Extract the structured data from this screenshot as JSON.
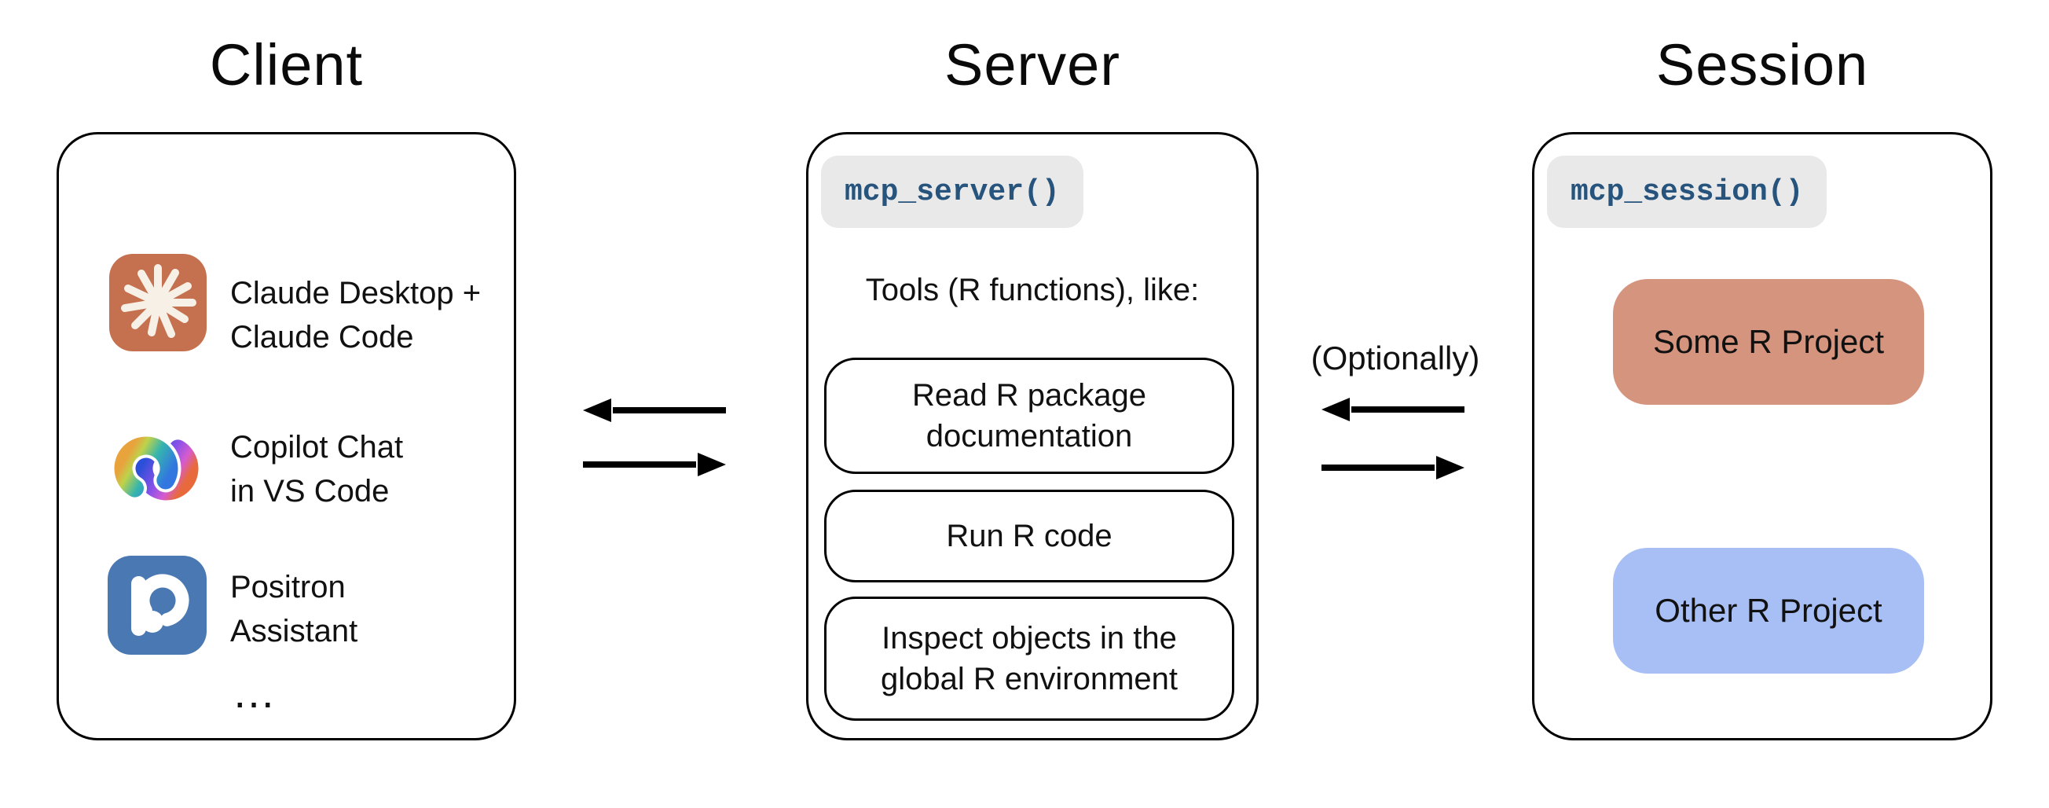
{
  "diagram": {
    "columns": {
      "client": {
        "title": "Client",
        "items": [
          {
            "icon": "claude-logo",
            "line1": "Claude Desktop +",
            "line2": "Claude Code"
          },
          {
            "icon": "copilot-logo",
            "line1": "Copilot Chat",
            "line2": "in VS Code"
          },
          {
            "icon": "positron-logo",
            "line1": "Positron",
            "line2": "Assistant"
          }
        ],
        "more_indicator": "…"
      },
      "server": {
        "title": "Server",
        "code_chip": "mcp_server()",
        "tools_heading": "Tools (R functions), like:",
        "tools": [
          {
            "lines": [
              "Read R package",
              "documentation"
            ]
          },
          {
            "lines": [
              "Run R code"
            ]
          },
          {
            "lines": [
              "Inspect objects in the",
              "global R environment"
            ]
          }
        ]
      },
      "session": {
        "title": "Session",
        "code_chip": "mcp_session()",
        "projects": [
          {
            "label": "Some R Project",
            "color": "#D5947E"
          },
          {
            "label": "Other R Project",
            "color": "#A8BFF5"
          }
        ]
      }
    },
    "connections": {
      "server_session_label": "(Optionally)"
    },
    "colors": {
      "panel_border": "#000000",
      "text": "#111111",
      "code_text": "#27547D",
      "code_chip_bg": "#E9E9EA",
      "claude_brand": "#C5714F",
      "claude_star": "#F6F0E7",
      "positron_brand": "#4A78B2",
      "some_project_bg": "#D5947E",
      "other_project_bg": "#A8BFF5"
    }
  }
}
